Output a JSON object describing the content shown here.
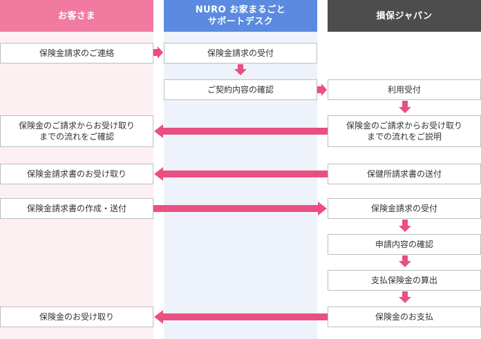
{
  "colors": {
    "customer_head": "#f07aa0",
    "customer_bg": "#fdf0f3",
    "nuro_head": "#5b8ae0",
    "nuro_bg": "#eef2fb",
    "sompo_head": "#4d4d4d",
    "arrow": "#ea4f81"
  },
  "columns": {
    "customer": "お客さま",
    "nuro": "NURO お家まるごと\nサポートデスク",
    "sompo": "損保ジャパン"
  },
  "steps": {
    "customer_contact": "保険金請求のご連絡",
    "nuro_receive": "保険金請求の受付",
    "nuro_confirm": "ご契約内容の確認",
    "sompo_accept": "利用受付",
    "customer_confirm_flow": "保険金のご請求からお受け取り\nまでの流れをご確認",
    "sompo_explain_flow": "保険金のご請求からお受け取り\nまでの流れをご説明",
    "customer_receive_form": "保険金請求書のお受け取り",
    "sompo_send_form": "保健所請求書の送付",
    "customer_create_send": "保険金請求書の作成・送付",
    "sompo_receive_claim": "保険金請求の受付",
    "sompo_review": "申請内容の確認",
    "sompo_calc": "支払保険金の算出",
    "sompo_pay": "保険金のお支払",
    "customer_receive_payment": "保険金のお受け取り"
  }
}
